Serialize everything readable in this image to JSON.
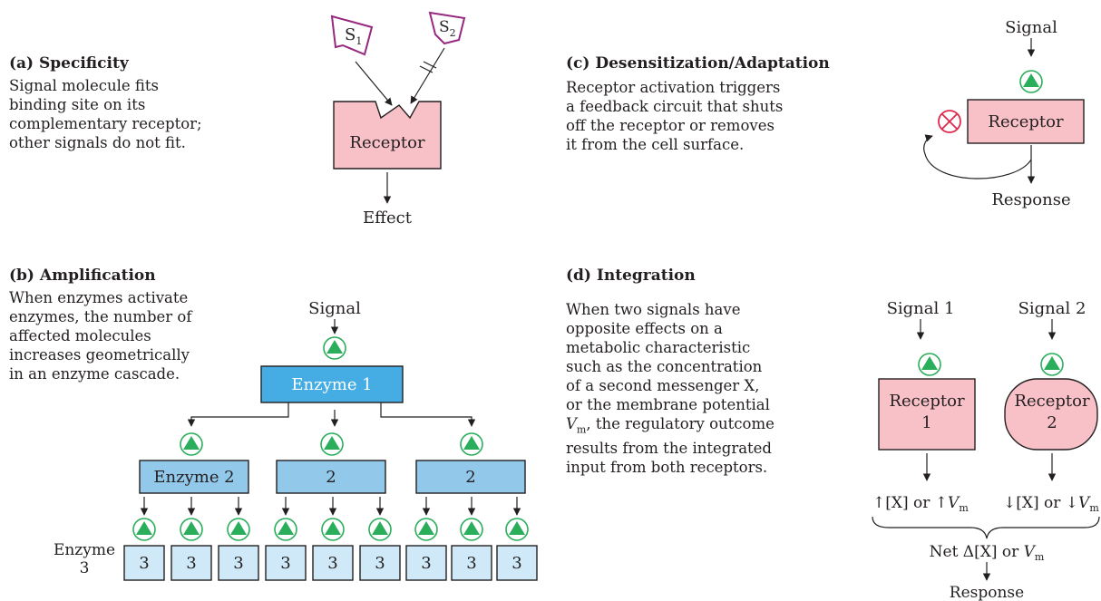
{
  "panel_a": {
    "heading": "(a) Specificity",
    "lines": [
      "Signal molecule fits",
      "binding site on its",
      "complementary receptor;",
      "other signals do not fit."
    ],
    "s1": "S",
    "s1_sub": "1",
    "s2": "S",
    "s2_sub": "2",
    "receptor": "Receptor",
    "effect": "Effect"
  },
  "panel_b": {
    "heading": "(b) Amplification",
    "lines": [
      "When enzymes activate",
      "enzymes, the number of",
      "affected molecules",
      "increases geometrically",
      "in an enzyme cascade."
    ],
    "signal": "Signal",
    "enzyme1": "Enzyme 1",
    "enzyme2": [
      "Enzyme 2",
      "2",
      "2"
    ],
    "enzyme3_label": [
      "Enzyme",
      "3"
    ],
    "enzyme3": [
      "3",
      "3",
      "3",
      "3",
      "3",
      "3",
      "3",
      "3",
      "3"
    ]
  },
  "panel_c": {
    "heading": "(c) Desensitization/Adaptation",
    "lines": [
      "Receptor activation triggers",
      "a feedback circuit that shuts",
      "off the receptor or removes",
      "it from the cell surface."
    ],
    "signal": "Signal",
    "receptor": "Receptor",
    "response": "Response"
  },
  "panel_d": {
    "heading": "(d) Integration",
    "lines": [
      "When two signals have",
      "opposite effects on a",
      "metabolic characteristic",
      "such as the concentration",
      "of a second messenger X,",
      "or the membrane potential",
      "V",
      "m",
      ", the regulatory outcome",
      "results from the integrated",
      "input from both receptors."
    ],
    "signal1": "Signal 1",
    "signal2": "Signal 2",
    "receptor1": [
      "Receptor",
      "1"
    ],
    "receptor2": [
      "Receptor",
      "2"
    ],
    "out1_a": "↑[X] or ↑",
    "out1_v": "V",
    "out1_m": "m",
    "out2_a": "↓[X] or ↓",
    "out2_v": "V",
    "out2_m": "m",
    "net_a": "Net Δ[X] or ",
    "net_v": "V",
    "net_m": "m",
    "response": "Response"
  },
  "colors": {
    "receptor_fill": "#f8c1c7",
    "enzyme1_fill": "#45ade3",
    "enzyme2_fill": "#92c8ea",
    "enzyme3_fill": "#cfe9f8",
    "activator_green": "#2aae5c",
    "signal_purple": "#96287f",
    "inhibit_red": "#e02a4d"
  }
}
